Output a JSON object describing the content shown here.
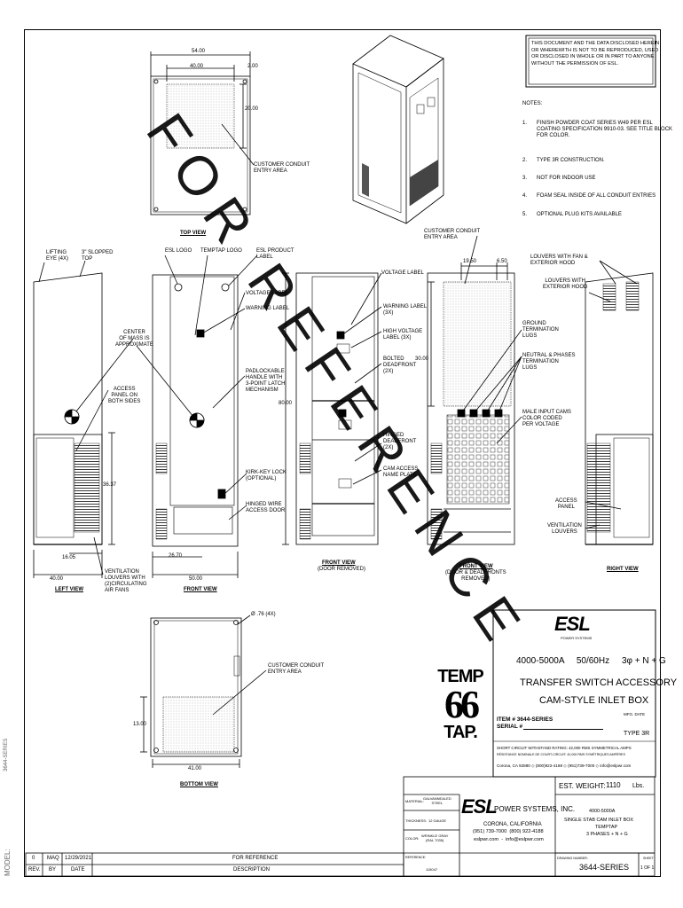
{
  "disclaimer": "THIS DOCUMENT AND THE DATA DISCLOSED HEREIN\nOR WHEREWITH IS NOT TO BE REPRODUCED, USED\nOR DISCLOSED IN WHOLE OR IN PART TO ANYONE\nWITHOUT THE PERMISSION OF ESL.",
  "notes": {
    "heading": "NOTES:",
    "items": [
      {
        "num": "1.",
        "text": "FINISH POWDER COAT SERIES W49 PER ESL\nCOATING SPECIFICATION 9910-03. SEE TITLE BLOCK\nFOR COLOR."
      },
      {
        "num": "2.",
        "text": "TYPE 3R CONSTRUCTION."
      },
      {
        "num": "3.",
        "text": "NOT FOR INDOOR USE"
      },
      {
        "num": "4.",
        "text": "FOAM SEAL INSIDE OF ALL CONDUIT ENTRIES"
      },
      {
        "num": "5.",
        "text": "OPTIONAL PLUG KITS AVAILABLE"
      }
    ]
  },
  "top_view": {
    "title": "TOP VIEW",
    "dim_54": "54.00",
    "dim_40": "40.00",
    "dim_2": "2.00",
    "dim_20": "20.00",
    "conduit_label": "CUSTOMER CONDUIT\nENTRY AREA"
  },
  "left_view": {
    "title": "LEFT VIEW",
    "lifting_eye": "LIFTING\nEYE (4X)",
    "sloped_top": "3\" SLOPPED\nTOP",
    "center_mass": "CENTER\nOF MASS IS\nAPPROXIMATE",
    "access_panel": "ACCESS\nPANEL ON\nBOTH SIDES",
    "dim_36": "36.37",
    "dim_40": "40.00",
    "dim_16": "16.05",
    "ventilation": "VENTILATION\nLOUVERS WITH\n(2)CIRCULATING\nAIR FANS"
  },
  "front_view": {
    "title": "FRONT VIEW",
    "esl_logo": "ESL LOGO",
    "temptap_logo": "TEMPTAP LOGO",
    "esl_product_label": "ESL PRODUCT\nLABEL",
    "voltage_label": "VOLTAGE LABEL",
    "warning_label": "WARNING LABEL",
    "padlock": "PADLOCKABLE\nHANDLE WITH\n3-POINT LATCH\nMECHANISM",
    "kirk_key": "KIRK-KEY LOCK\n(OPTIONAL)",
    "hinged_wire": "HINGED WIRE\nACCESS DOOR",
    "dim_26": "26.70",
    "dim_50": "50.00"
  },
  "front_view_door_removed": {
    "title": "FRONT VIEW",
    "subtitle": "(DOOR REMOVED)",
    "voltage_label": "VOLTAGE LABEL",
    "warning_label": "WARNING LABEL\n(3X)",
    "high_voltage": "HIGH VOLTAGE\nLABEL (3X)",
    "bolted": "BOLTED\nDEADFRONT\n(2X)",
    "hinged": "HINGED\nDEADFRONT\n(2X)",
    "cam_access": "CAM ACCESS\nNAME PLATE",
    "dim_80": "80.00"
  },
  "front_view_deadfronts_removed": {
    "title": "FRONT VIEW",
    "subtitle": "(DOOR & DEADFRONTS\nREMOVED)",
    "conduit_label": "CUSTOMER CONDUIT\nENTRY AREA",
    "dim_19": "19.50",
    "dim_6": "6.50",
    "dim_30": "30.00",
    "ground": "GROUND\nTERMINATION\nLUGS",
    "neutral": "NEUTRAL & PHASES\nTERMINATION\nLUGS",
    "male_input": "MALE INPUT CAMS\nCOLOR CODED\nPER VOLTAGE"
  },
  "right_view": {
    "title": "RIGHT VIEW",
    "louvers_fan": "LOUVERS WITH FAN &\nEXTERIOR HOOD",
    "louvers_hood": "LOUVERS WITH\nEXTERIOR HOOD",
    "access_panel": "ACCESS\nPANEL",
    "ventilation": "VENTILATION\nLOUVERS"
  },
  "bottom_view": {
    "title": "BOTTOM VIEW",
    "hole": "Ø .76 (4X)",
    "conduit_label": "CUSTOMER CONDUIT\nENTRY AREA",
    "dim_13": "13.00",
    "dim_41": "41.00"
  },
  "watermark": "FOR REFERENCE",
  "temptap_logo": {
    "line1": "TEMP",
    "mid": "66",
    "line2": "TAP."
  },
  "product_box": {
    "brand": "ESL",
    "brand_sub": "POWER SYSTEMS",
    "rating": "4000-5000A     50/60Hz     3φ + N + G",
    "line1": "TRANSFER SWITCH ACCESSORY",
    "line2": "CAM-STYLE INLET BOX",
    "item": "ITEM # 3644-SERIES",
    "serial": "SERIAL #",
    "mfg_date": "MFG. DATE",
    "type": "TYPE 3R",
    "short_circuit": "SHORT CIRCUIT WITHSTAND RATING: 42,000 RMS SYMMETRICAL AMPS",
    "short_circuit_fr": "RÉSISTANCE NOMINALE DE COURT-CIRCUIT: 42,000 RMS SYMÉTRIQUES AMPÈRES",
    "address": "Corona, CA 92880 ◇ (800)922-4188 ◇ (951)739-7000 ◇ info@eslpwr.com"
  },
  "title_block": {
    "weight_label": "EST. WEIGHT:",
    "weight_value": "1110",
    "weight_unit": "Lbs.",
    "material_label": "MATERIAL:",
    "material_value": "GALVANNEALED\nSTEEL",
    "thickness_label": "THICKNESS:",
    "thickness_value": "12 GAUGE",
    "color_label": "COLOR:",
    "color_value": "WRINKLE GRAY\n(RAL 7035)",
    "reference_label": "REFERENCE:",
    "reference_value": "115047",
    "company_brand": "ESL",
    "company_name": "POWER SYSTEMS, INC.",
    "company_city": "CORONA, CALIFORNIA",
    "company_phone": "(951) 739-7000  (800) 922-4188",
    "company_web": "eslpwr.com  -  info@eslpwr.com",
    "desc1": "4000-5000A",
    "desc2": "SINGLE STAB CAM INLET BOX",
    "desc3": "TEMPTAP",
    "desc4": "3 PHASES + N + G",
    "drawing_label": "DRAWING NUMBER:",
    "drawing_number": "3644-SERIES",
    "sheet_label": "SHEET",
    "sheet_value": "1 OF 1"
  },
  "revision": {
    "rev": "0",
    "by": "MAQ",
    "date": "12/29/2021",
    "desc": "FOR REFERENCE",
    "h_rev": "REV.",
    "h_by": "BY",
    "h_date": "DATE",
    "h_desc": "DESCRIPTION"
  },
  "side_label": {
    "model": "MODEL:",
    "series": "3644-SERIES"
  }
}
